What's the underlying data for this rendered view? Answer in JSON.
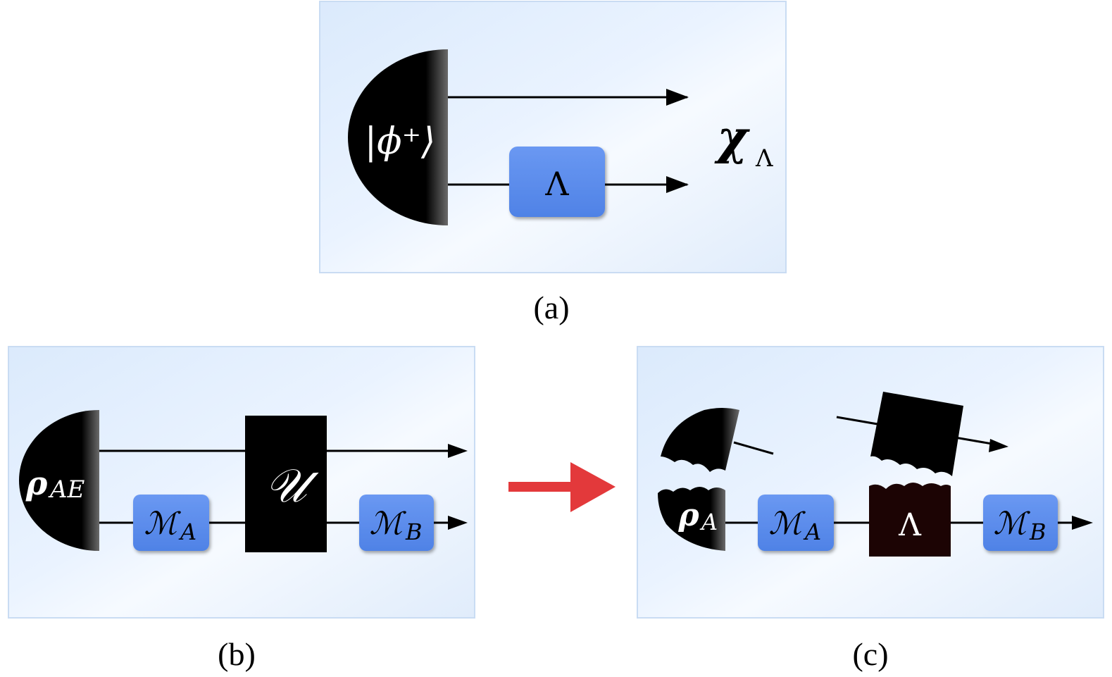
{
  "panels": {
    "a": {
      "caption": "(a)",
      "state_label": "|ϕ⁺⟩",
      "channel_label": "Λ",
      "output_label": "χ",
      "output_subscript": "Λ"
    },
    "b": {
      "caption": "(b)",
      "state_label": "ρ",
      "state_subscript": "AE",
      "measure_a": "ℳ",
      "measure_a_subscript": "A",
      "unitary_label": "𝒰",
      "measure_b": "ℳ",
      "measure_b_subscript": "B"
    },
    "c": {
      "caption": "(c)",
      "state_label": "ρ",
      "state_subscript": "A",
      "measure_a": "ℳ",
      "measure_a_subscript": "A",
      "channel_label": "Λ",
      "measure_b": "ℳ",
      "measure_b_subscript": "B"
    }
  },
  "colors": {
    "panel_background": "#e2efff",
    "panel_border": "#c7dbf3",
    "box_blue": "#5b8ef0",
    "box_dark": "#1c0404",
    "transition_arrow": "#e3393b"
  },
  "icons": {
    "transition": "red-right-arrow"
  }
}
